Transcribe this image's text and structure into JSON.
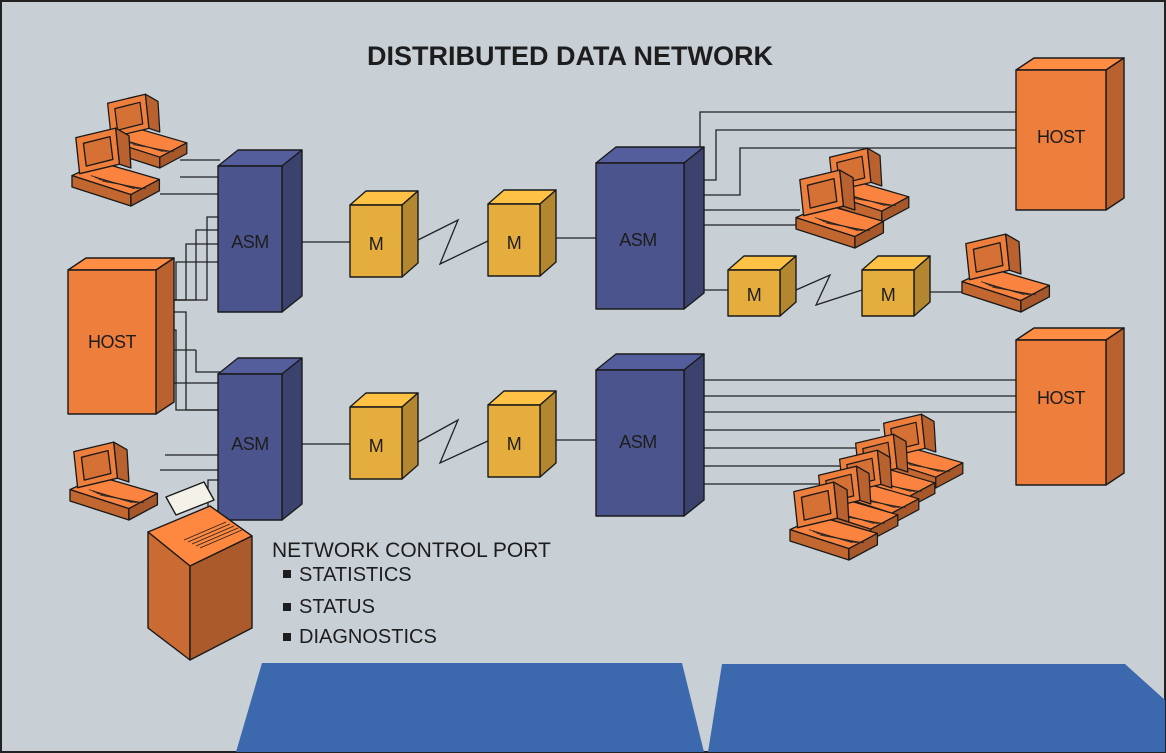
{
  "title": "DISTRIBUTED DATA NETWORK",
  "labels": {
    "asm": "ASM",
    "modem": "M",
    "host": "HOST"
  },
  "control_port": {
    "heading": "NETWORK CONTROL PORT",
    "items": [
      "STATISTICS",
      "STATUS",
      "DIAGNOSTICS"
    ]
  },
  "colors": {
    "background": "#c8d0d6",
    "asm": "#4b548c",
    "modem": "#e5ad3e",
    "host_terminal": "#ee7e3c",
    "base_blue": "#3c68ad"
  }
}
